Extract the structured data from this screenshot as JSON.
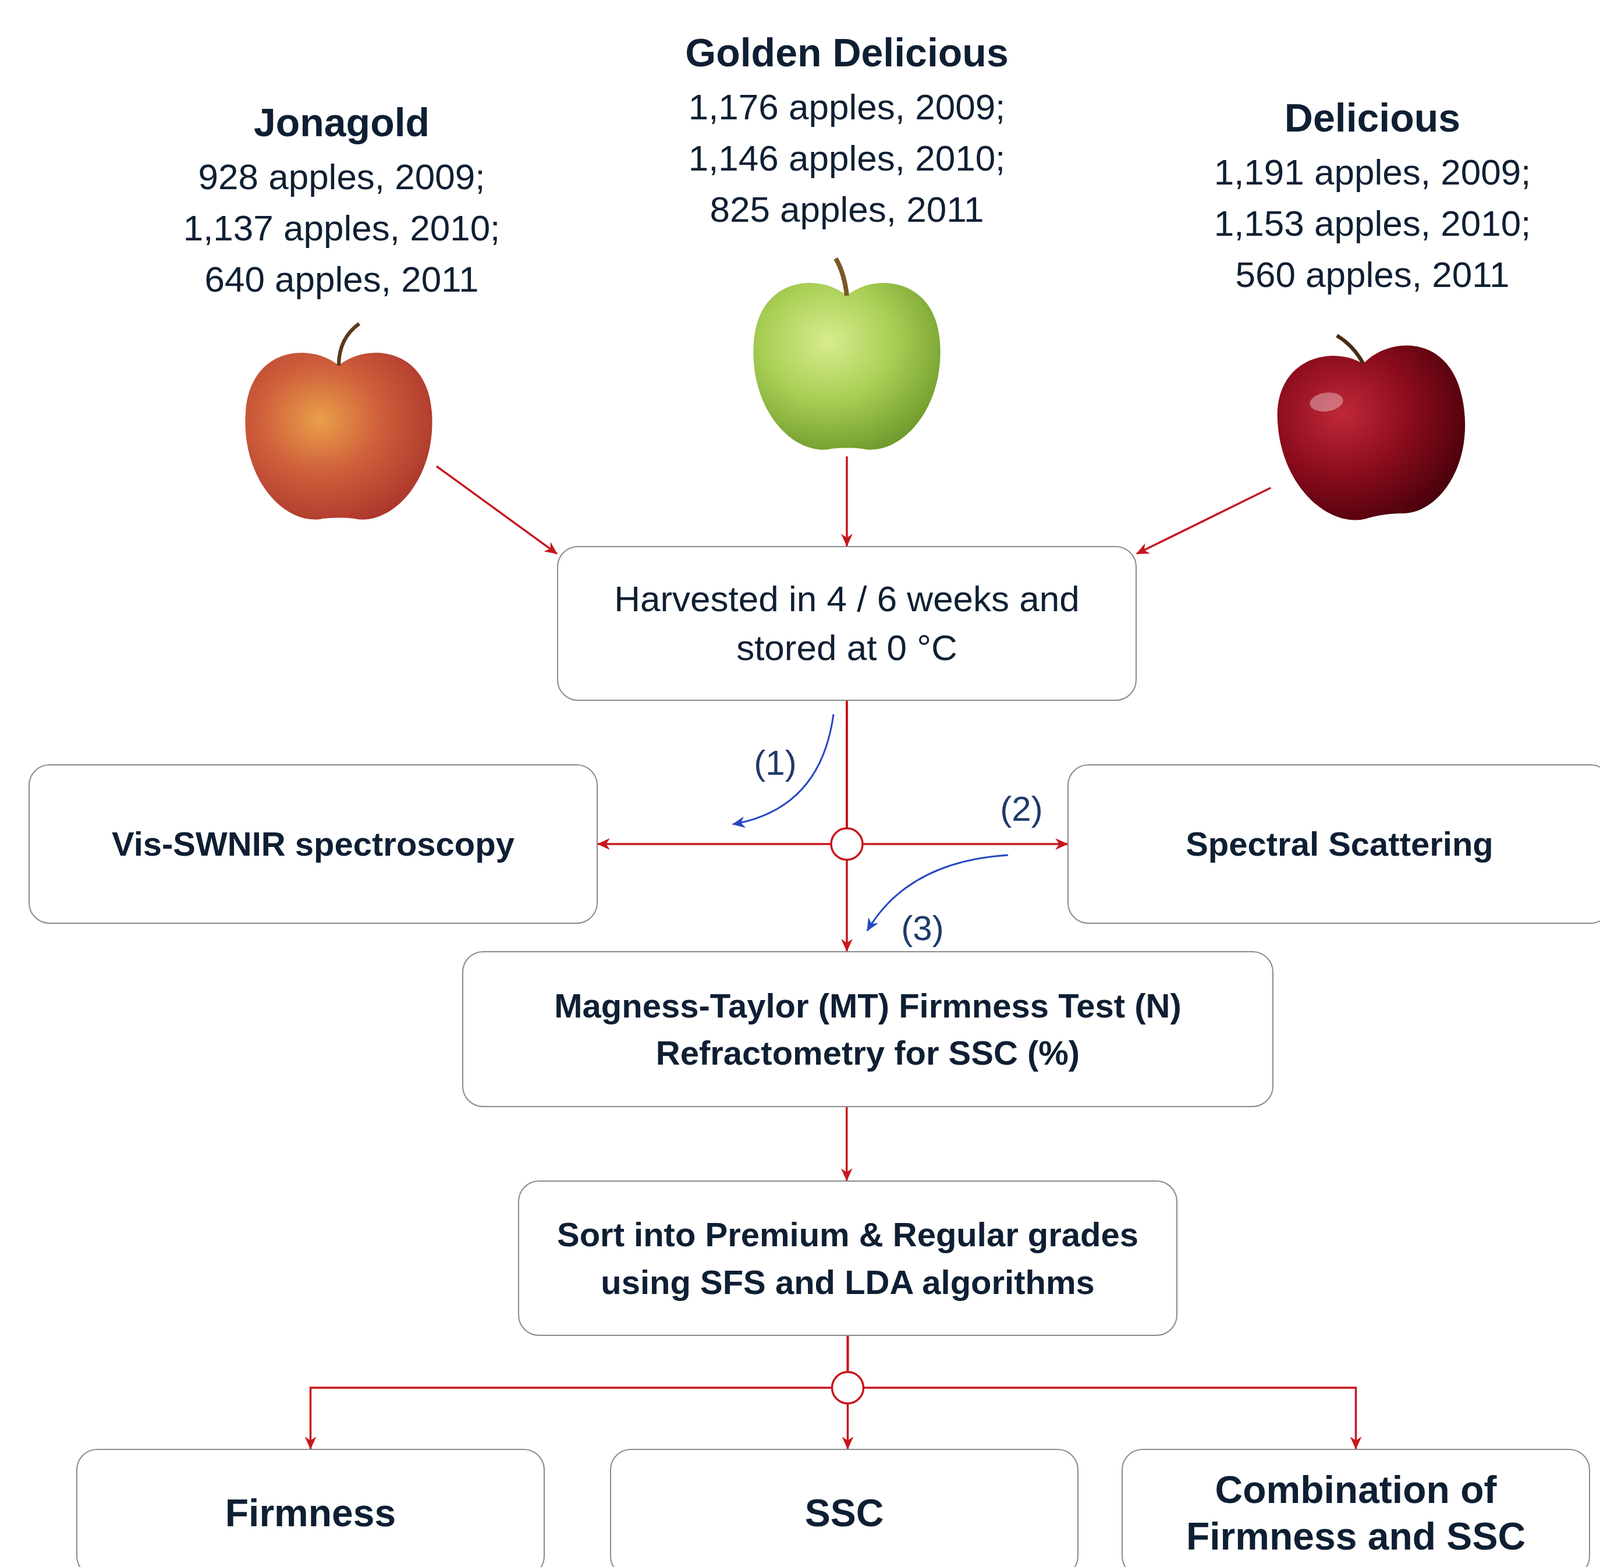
{
  "diagram": {
    "nodes": [
      {
        "text": [
          "Jonagold",
          "928 apples, 2009; 1,137 apples, 2010; 640 apples, 2011"
        ]
      },
      {
        "text": [
          "Golden Delicious",
          "1,176 apples, 2009; 1,146 apples, 2010; 825 apples, 2011"
        ]
      },
      {
        "text": [
          "Delicious",
          "1,191 apples, 2009; 1,153 apples, 2010; 560 apples, 2011"
        ]
      },
      {
        "text": [
          "Harvested in 4 / 6 weeks and stored at 0 °C"
        ]
      },
      {
        "text": [
          "Vis-SWNIR spectroscopy"
        ]
      },
      {
        "text": [
          "Spectral Scattering"
        ]
      },
      {
        "text": [
          "Magness-Taylor (MT) Firmness Test (N)",
          "Refractometry for SSC (%)"
        ]
      },
      {
        "text": [
          "Sort into Premium & Regular grades using SFS and LDA algorithms"
        ]
      },
      {
        "text": [
          "Firmness"
        ]
      },
      {
        "text": [
          "SSC"
        ]
      },
      {
        "text": [
          "Combination of Firmness and SSC"
        ]
      }
    ],
    "edges": [
      {
        "from": 0,
        "to": 3,
        "arrow": "to"
      },
      {
        "from": 1,
        "to": 3,
        "arrow": "to"
      },
      {
        "from": 2,
        "to": 3,
        "arrow": "to"
      },
      {
        "from": 3,
        "to": 4,
        "arrow": "to"
      },
      {
        "from": 3,
        "to": 5,
        "arrow": "to"
      },
      {
        "from": 3,
        "to": 6,
        "arrow": "to"
      },
      {
        "from": 6,
        "to": 7,
        "arrow": "to"
      },
      {
        "from": 7,
        "to": 8,
        "arrow": "to"
      },
      {
        "from": 7,
        "to": 9,
        "arrow": "to"
      },
      {
        "from": 7,
        "to": 10,
        "arrow": "to"
      }
    ],
    "labels": [
      "(1)",
      "(2)",
      "(3)"
    ]
  }
}
